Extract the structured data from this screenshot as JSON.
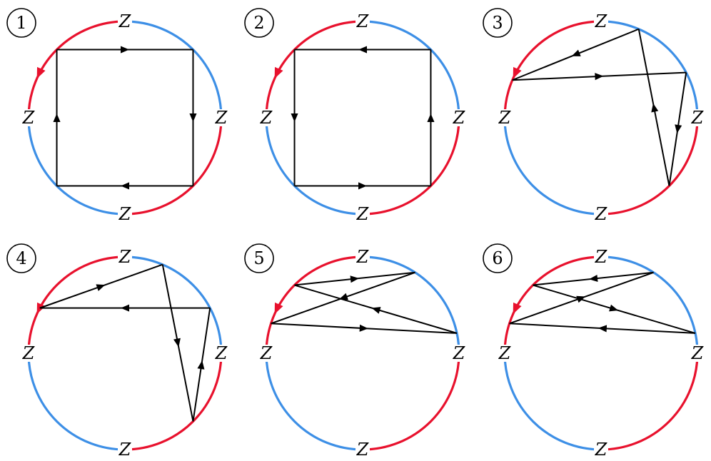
{
  "colors": {
    "red": "#e8112d",
    "blue": "#3d8fe6",
    "line": "#000000"
  },
  "node_label": "Z",
  "panels": [
    {
      "number": "1",
      "arcs": [
        {
          "color": "red",
          "from": 90,
          "to": 180
        },
        {
          "color": "blue",
          "from": 180,
          "to": 270
        },
        {
          "color": "red",
          "from": 270,
          "to": 360
        },
        {
          "color": "blue",
          "from": 0,
          "to": 90
        }
      ],
      "orientation_arrow": 150,
      "paths": [
        [
          135,
          45,
          -45,
          -135,
          135
        ]
      ]
    },
    {
      "number": "2",
      "arcs": [
        {
          "color": "red",
          "from": 90,
          "to": 180
        },
        {
          "color": "blue",
          "from": 180,
          "to": 270
        },
        {
          "color": "red",
          "from": 270,
          "to": 360
        },
        {
          "color": "blue",
          "from": 0,
          "to": 90
        }
      ],
      "orientation_arrow": 150,
      "paths": [
        [
          135,
          -135,
          -45,
          45,
          135
        ]
      ]
    },
    {
      "number": "3",
      "arcs": [
        {
          "color": "red",
          "from": 90,
          "to": 180
        },
        {
          "color": "blue",
          "from": 180,
          "to": 270
        },
        {
          "color": "red",
          "from": 270,
          "to": 360
        },
        {
          "color": "blue",
          "from": 0,
          "to": 90
        }
      ],
      "orientation_arrow": 150,
      "paths": [
        [
          157,
          28,
          -45,
          67,
          157
        ]
      ]
    },
    {
      "number": "4",
      "arcs": [
        {
          "color": "red",
          "from": 90,
          "to": 180
        },
        {
          "color": "blue",
          "from": 180,
          "to": 270
        },
        {
          "color": "red",
          "from": 270,
          "to": 360
        },
        {
          "color": "blue",
          "from": 0,
          "to": 90
        }
      ],
      "orientation_arrow": 150,
      "paths": [
        [
          152,
          67,
          -45,
          28,
          152
        ]
      ]
    },
    {
      "number": "5",
      "arcs": [
        {
          "color": "red",
          "from": 90,
          "to": 180
        },
        {
          "color": "blue",
          "from": 180,
          "to": 270
        },
        {
          "color": "red",
          "from": 270,
          "to": 360
        },
        {
          "color": "blue",
          "from": 0,
          "to": 90
        }
      ],
      "orientation_arrow": 150,
      "paths": [
        [
          135,
          57,
          162,
          12,
          135
        ]
      ]
    },
    {
      "number": "6",
      "arcs": [
        {
          "color": "red",
          "from": 90,
          "to": 180
        },
        {
          "color": "blue",
          "from": 180,
          "to": 270
        },
        {
          "color": "red",
          "from": 270,
          "to": 360
        },
        {
          "color": "blue",
          "from": 0,
          "to": 90
        }
      ],
      "orientation_arrow": 150,
      "paths": [
        [
          135,
          12,
          162,
          57,
          135
        ]
      ]
    }
  ]
}
